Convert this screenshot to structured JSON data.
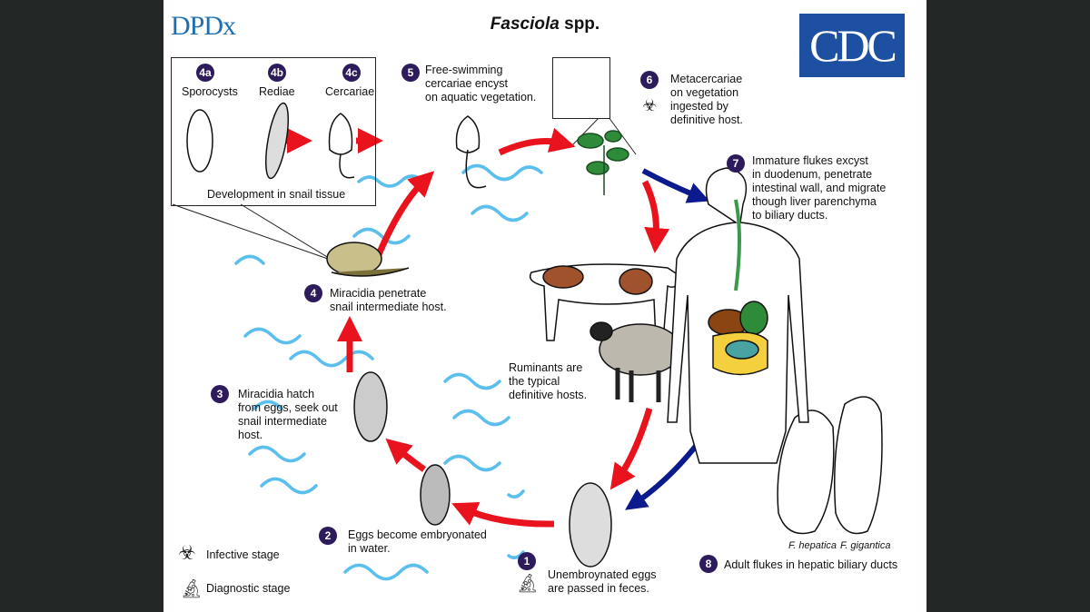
{
  "header": {
    "logo_left": "DPDx",
    "title_italic": "Fasciola",
    "title_rest": " spp.",
    "logo_right": "CDC"
  },
  "snail_box": {
    "stages": [
      {
        "badge": "4a",
        "label": "Sporocysts"
      },
      {
        "badge": "4b",
        "label": "Rediae"
      },
      {
        "badge": "4c",
        "label": "Cercariae"
      }
    ],
    "caption": "Development in snail tissue"
  },
  "steps": [
    {
      "badge": "1",
      "lines": [
        "Unembroynated eggs",
        "are passed in feces."
      ]
    },
    {
      "badge": "2",
      "lines": [
        "Eggs become embryonated",
        "in water."
      ]
    },
    {
      "badge": "3",
      "lines": [
        "Miracidia hatch",
        "from eggs, seek out",
        "snail intermediate",
        "host."
      ]
    },
    {
      "badge": "4",
      "lines": [
        "Miracidia penetrate",
        "snail intermediate host."
      ]
    },
    {
      "badge": "5",
      "lines": [
        "Free-swimming",
        "cercariae encyst",
        "on aquatic vegetation."
      ]
    },
    {
      "badge": "6",
      "lines": [
        "Metacercariae",
        "on vegetation",
        "ingested by",
        "definitive host."
      ]
    },
    {
      "badge": "7",
      "lines": [
        "Immature flukes excyst",
        "in duodenum, penetrate",
        "intestinal wall, and migrate",
        "though liver parenchyma",
        "to biliary ducts."
      ]
    },
    {
      "badge": "8",
      "lines": [
        "Adult flukes in hepatic biliary ducts"
      ]
    }
  ],
  "ruminants": [
    "Ruminants are",
    "the typical",
    "definitive hosts."
  ],
  "species": [
    "F. hepatica",
    "F. gigantica"
  ],
  "legend": [
    {
      "icon": "biohazard-icon",
      "label": "Infective stage"
    },
    {
      "icon": "microscope-icon",
      "label": "Diagnostic stage"
    }
  ],
  "colors": {
    "red_arrow": "#e8131c",
    "blue_arrow": "#0b1a8c",
    "badge": "#2d1b5c",
    "water": "#5bbfee"
  }
}
